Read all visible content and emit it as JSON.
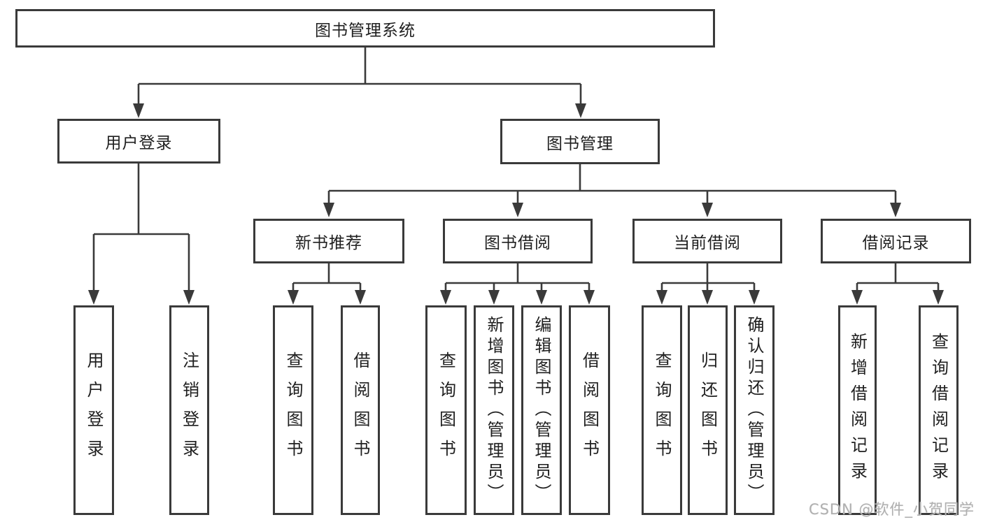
{
  "diagram": {
    "root": {
      "label": "图书管理系统",
      "children": [
        {
          "label": "用户登录",
          "children": [
            {
              "label": "用户登录"
            },
            {
              "label": "注销登录"
            }
          ]
        },
        {
          "label": "图书管理",
          "children": [
            {
              "label": "新书推荐",
              "children": [
                {
                  "label": "查询图书"
                },
                {
                  "label": "借阅图书"
                }
              ]
            },
            {
              "label": "图书借阅",
              "children": [
                {
                  "label": "查询图书"
                },
                {
                  "label": "新增图书（管理员）"
                },
                {
                  "label": "编辑图书（管理员）"
                },
                {
                  "label": "借阅图书"
                }
              ]
            },
            {
              "label": "当前借阅",
              "children": [
                {
                  "label": "查询图书"
                },
                {
                  "label": "归还图书"
                },
                {
                  "label": "确认归还（管理员）"
                }
              ]
            },
            {
              "label": "借阅记录",
              "children": [
                {
                  "label": "新增借阅记录"
                },
                {
                  "label": "查询借阅记录"
                }
              ]
            }
          ]
        }
      ]
    }
  },
  "watermark": {
    "text": "CSDN @软件_小贺同学"
  },
  "colors": {
    "line": "#3a3a3a",
    "box_border": "#3a3a3a",
    "text": "#1f1f1f",
    "background": "#ffffff",
    "watermark": "#b0b0b0"
  }
}
